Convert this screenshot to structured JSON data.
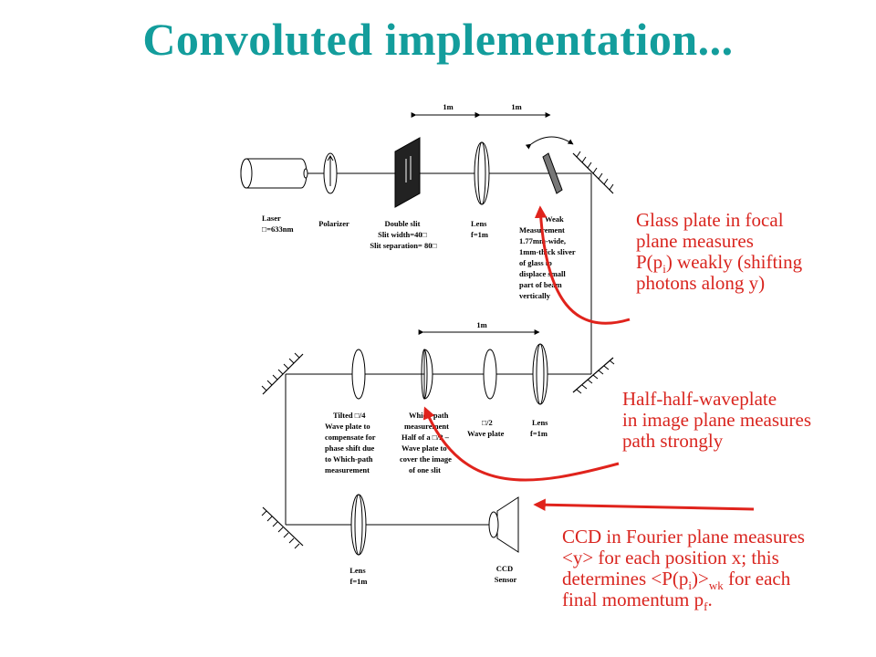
{
  "title": "Convoluted implementation...",
  "diagram": {
    "dim_top_1": "1m",
    "dim_top_2": "1m",
    "dim_mid": "1m",
    "laser": [
      "Laser",
      "□=633nm"
    ],
    "polarizer": [
      "Polarizer"
    ],
    "double_slit": [
      "Double slit",
      "Slit width=40□",
      "Slit separation= 80□"
    ],
    "lens_top": [
      "Lens",
      "f=1m"
    ],
    "weak": [
      "Weak",
      "Measurement",
      "1.77mm-wide,",
      "1mm-thick sliver",
      "of glass to",
      "displace small",
      "part of beam",
      "vertically"
    ],
    "tilted": [
      "Tilted □/4",
      "Wave plate to",
      "compensate for",
      "phase shift due",
      "to Which-path",
      "measurement"
    ],
    "whichpath": [
      "Which-path",
      "measurement",
      "Half of a □/2 –",
      "Wave plate to",
      "cover the image",
      "of one slit"
    ],
    "halfwave": [
      "□/2",
      "Wave plate"
    ],
    "lens_mid": [
      "Lens",
      "f=1m"
    ],
    "lens_bottom": [
      "Lens",
      "f=1m"
    ],
    "ccd": [
      "CCD",
      "Sensor"
    ]
  },
  "notes": {
    "glass": {
      "l1": "Glass plate in focal",
      "l2": "plane measures",
      "l3a": "P(p",
      "l3sub": "i",
      "l3b": ") weakly (shifting",
      "l4": "photons along y)"
    },
    "half": {
      "l1": "Half-half-waveplate",
      "l2": "in image plane measures",
      "l3": "path strongly"
    },
    "ccd": {
      "l1": "CCD in Fourier plane measures",
      "l2": "<y> for each position x; this",
      "l3a": "determines <P(p",
      "l3sub1": "i",
      "l3b": ")>",
      "l3sub2": "wk",
      "l3c": " for each",
      "l4a": "final momentum p",
      "l4sub": "f",
      "l4b": "."
    }
  },
  "colors": {
    "title": "#139d9c",
    "annotation": "#d9251f",
    "arrow": "#e0231c"
  }
}
